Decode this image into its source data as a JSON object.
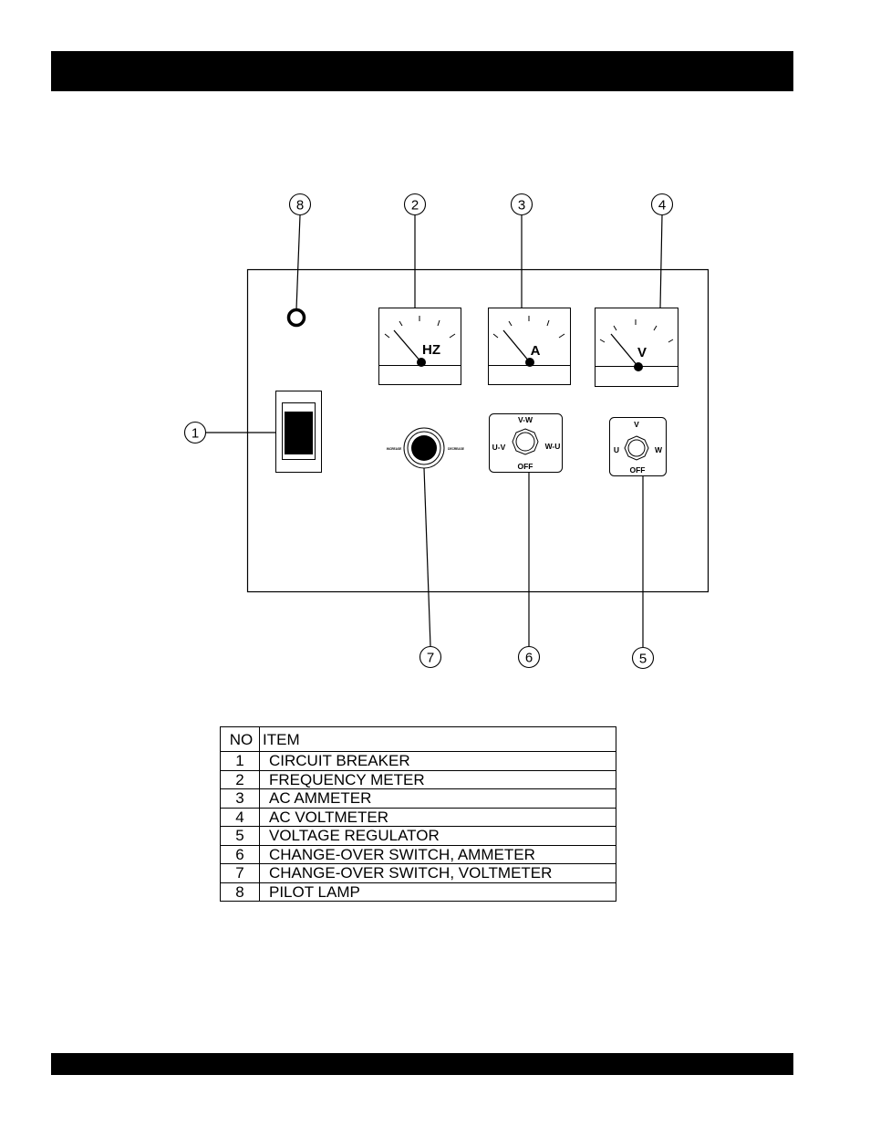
{
  "callouts": [
    "1",
    "2",
    "3",
    "4",
    "5",
    "6",
    "7",
    "8"
  ],
  "meters": {
    "hz": {
      "unit": "HZ"
    },
    "a": {
      "unit": "A"
    },
    "v": {
      "unit": "V"
    }
  },
  "ammeter_switch": {
    "top": "V-W",
    "left": "U-V",
    "right": "W-U",
    "bottom": "OFF"
  },
  "voltmeter_switch": {
    "top": "V",
    "left": "U",
    "right": "W",
    "bottom": "OFF"
  },
  "regulator": {
    "left_label": "INCREASE",
    "right_label": "DECREASE"
  },
  "legend": {
    "headers": {
      "no": "NO",
      "item": "ITEM"
    },
    "rows": [
      {
        "no": "1",
        "item": "CIRCUIT BREAKER"
      },
      {
        "no": "2",
        "item": "FREQUENCY METER"
      },
      {
        "no": "3",
        "item": "AC AMMETER"
      },
      {
        "no": "4",
        "item": "AC VOLTMETER"
      },
      {
        "no": "5",
        "item": "VOLTAGE REGULATOR"
      },
      {
        "no": "6",
        "item": "CHANGE-OVER SWITCH, AMMETER"
      },
      {
        "no": "7",
        "item": "CHANGE-OVER SWITCH, VOLTMETER"
      },
      {
        "no": "8",
        "item": "PILOT LAMP"
      }
    ]
  }
}
